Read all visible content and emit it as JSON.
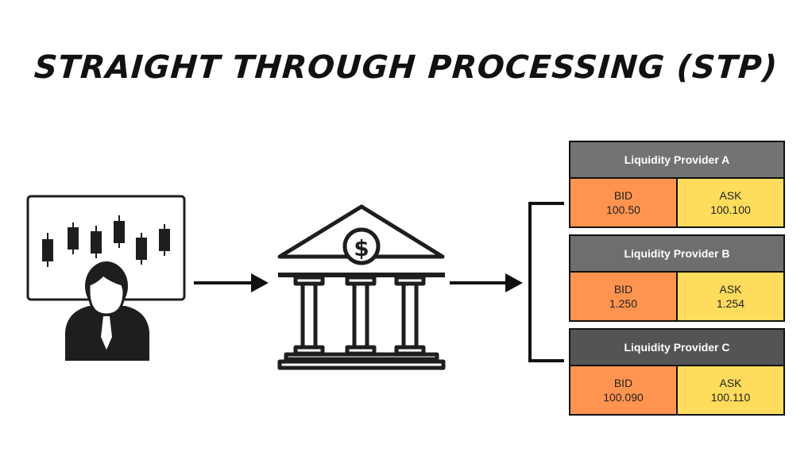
{
  "title": "STRAIGHT THROUGH PROCESSING (STP)",
  "colors": {
    "bid": "#FF9450",
    "ask": "#FFDC5C",
    "header_a": "#737373",
    "header_b": "#6E6E6E",
    "header_c": "#545454",
    "ink": "#111111"
  },
  "icons": {
    "trader": "trader-with-chart-icon",
    "bank": "bank-dollar-icon"
  },
  "providers": [
    {
      "name": "Liquidity Provider A",
      "bid_label": "BID",
      "bid": "100.50",
      "ask_label": "ASK",
      "ask": "100.100"
    },
    {
      "name": "Liquidity Provider B",
      "bid_label": "BID",
      "bid": "1.250",
      "ask_label": "ASK",
      "ask": "1.254"
    },
    {
      "name": "Liquidity Provider C",
      "bid_label": "BID",
      "bid": "100.090",
      "ask_label": "ASK",
      "ask": "100.110"
    }
  ]
}
